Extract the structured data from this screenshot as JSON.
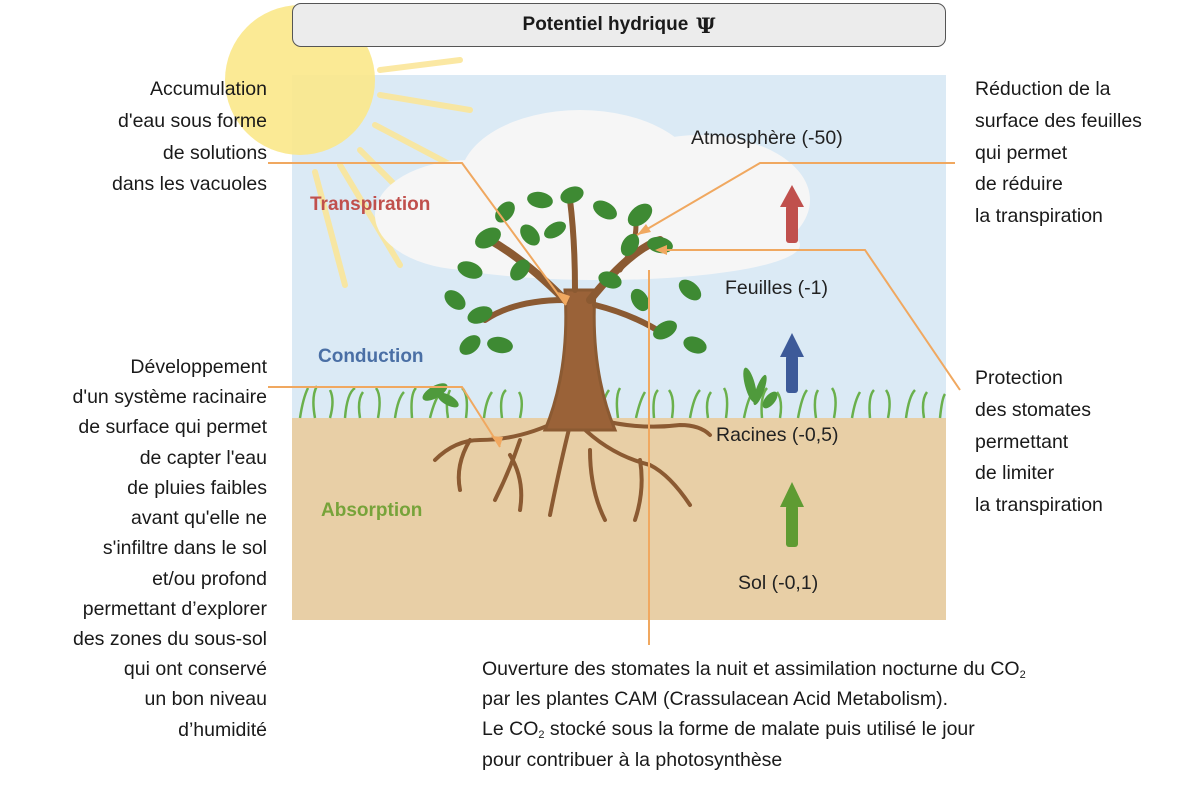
{
  "title": {
    "text": "Potentiel hydrique",
    "symbol": "Ψ"
  },
  "processes": {
    "transpiration": {
      "label": "Transpiration",
      "color": "#c0504d"
    },
    "conduction": {
      "label": "Conduction",
      "color": "#4a6fa5"
    },
    "absorption": {
      "label": "Absorption",
      "color": "#77a33a"
    }
  },
  "levels": {
    "atmosphere": "Atmosphère (-50)",
    "leaves": "Feuilles (-1)",
    "roots": "Racines (-0,5)",
    "soil": "Sol (-0,1)"
  },
  "arrows": [
    {
      "name": "transpiration-arrow",
      "color": "#c0504d"
    },
    {
      "name": "conduction-arrow",
      "color": "#3d5a99"
    },
    {
      "name": "absorption-arrow",
      "color": "#5f9b32"
    }
  ],
  "notes": {
    "vacuoles": [
      "Accumulation",
      "d'eau sous forme",
      "de solutions",
      "dans les vacuoles"
    ],
    "roots": [
      "Développement",
      "d'un système racinaire",
      "de surface qui permet",
      "de capter l'eau",
      "de pluies faibles",
      "avant qu'elle ne",
      "s'infiltre dans le sol",
      "et/ou profond",
      "permettant d’explorer",
      "des zones du sous-sol",
      "qui ont conservé",
      "un bon niveau",
      "d’humidité"
    ],
    "leaf_surface": [
      "Réduction de la",
      "surface des feuilles",
      "qui permet",
      "de réduire",
      "la transpiration"
    ],
    "stomata": [
      "Protection",
      "des stomates",
      "permettant",
      "de limiter",
      "la transpiration"
    ]
  },
  "cam_note": {
    "line1_before": "Ouverture des stomates la nuit et assimilation nocturne du CO",
    "line1_sub": "2",
    "line2": "par les plantes CAM (Crassulacean Acid Metabolism).",
    "line3_before": "Le CO",
    "line3_sub": "2",
    "line3_after": " stocké sous la forme de malate puis utilisé le jour",
    "line4": "pour contribuer à la photosynthèse"
  },
  "colors": {
    "sky": "#dbeaf5",
    "soil": "#e8cfa6",
    "leader_line": "#f0a860",
    "trunk": "#9a6238",
    "leaf": "#3e8a33",
    "grass": "#6ab04c"
  }
}
